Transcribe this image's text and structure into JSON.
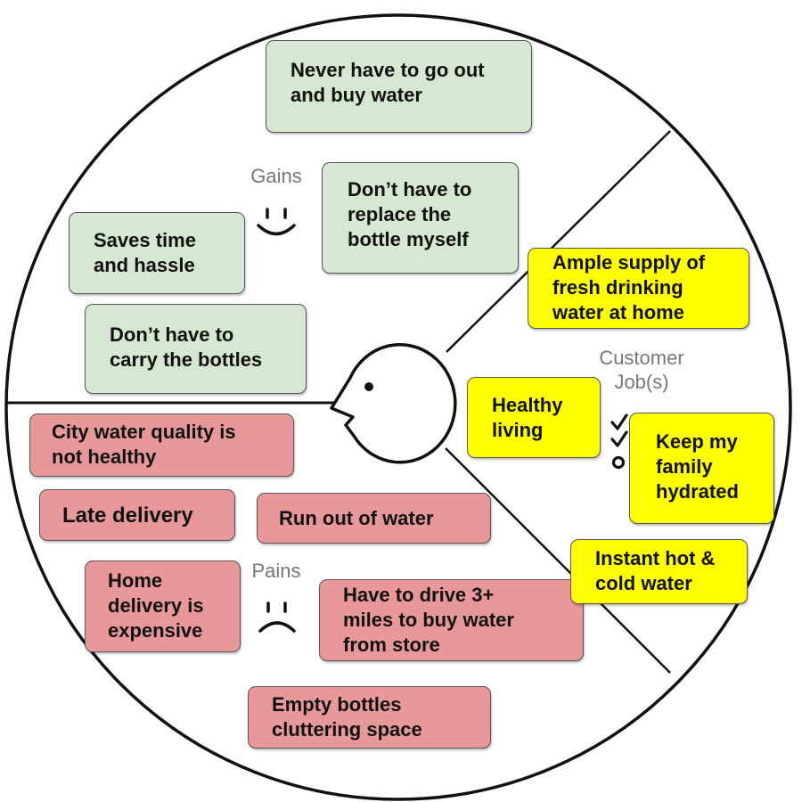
{
  "sections": {
    "gains": "Gains",
    "pains": "Pains",
    "jobs": "Customer\nJob(s)"
  },
  "gains": [
    "Never have to go out\nand buy water",
    "Don’t have to\nreplace the\nbottle myself",
    "Saves time\nand hassle",
    "Don’t have to\ncarry the bottles"
  ],
  "pains": [
    "City water quality is\nnot healthy",
    "Late delivery",
    "Run out of water",
    "Home\ndelivery is\nexpensive",
    "Have to drive 3+\nmiles to buy water\nfrom store",
    "Empty bottles\ncluttering space"
  ],
  "jobs": [
    "Ample supply of\nfresh drinking\nwater at home",
    "Healthy\nliving",
    "Keep my\nfamily\nhydrated",
    "Instant hot &\ncold water"
  ],
  "icons": {
    "gains": "smiley-face-icon",
    "pains": "sad-face-icon",
    "jobs": "checklist-icon",
    "center": "customer-head-icon"
  },
  "colors": {
    "gain": "#d7e8d2",
    "pain": "#e99899",
    "job": "#ffff00",
    "outline": "#111111"
  }
}
